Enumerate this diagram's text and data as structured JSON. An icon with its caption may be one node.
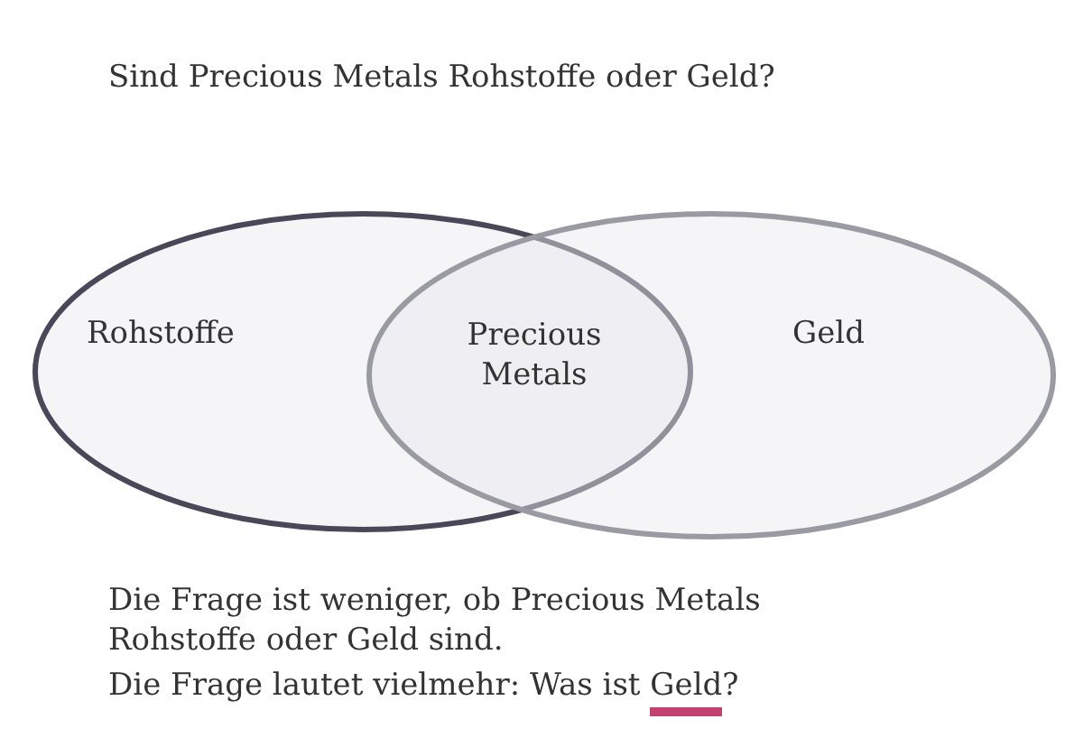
{
  "diagram": {
    "title": "Sind Precious Metals Rohstoffe oder Geld?",
    "nodes": [
      {
        "text": [
          "Rohstoffe"
        ]
      },
      {
        "text": [
          "Geld"
        ]
      }
    ],
    "labels": [
      "Precious Metals",
      "Die Frage ist weniger, ob Precious Metals Rohstoffe oder Geld sind.",
      "Die Frage lautet vielmehr: Was ist Geld?"
    ]
  }
}
